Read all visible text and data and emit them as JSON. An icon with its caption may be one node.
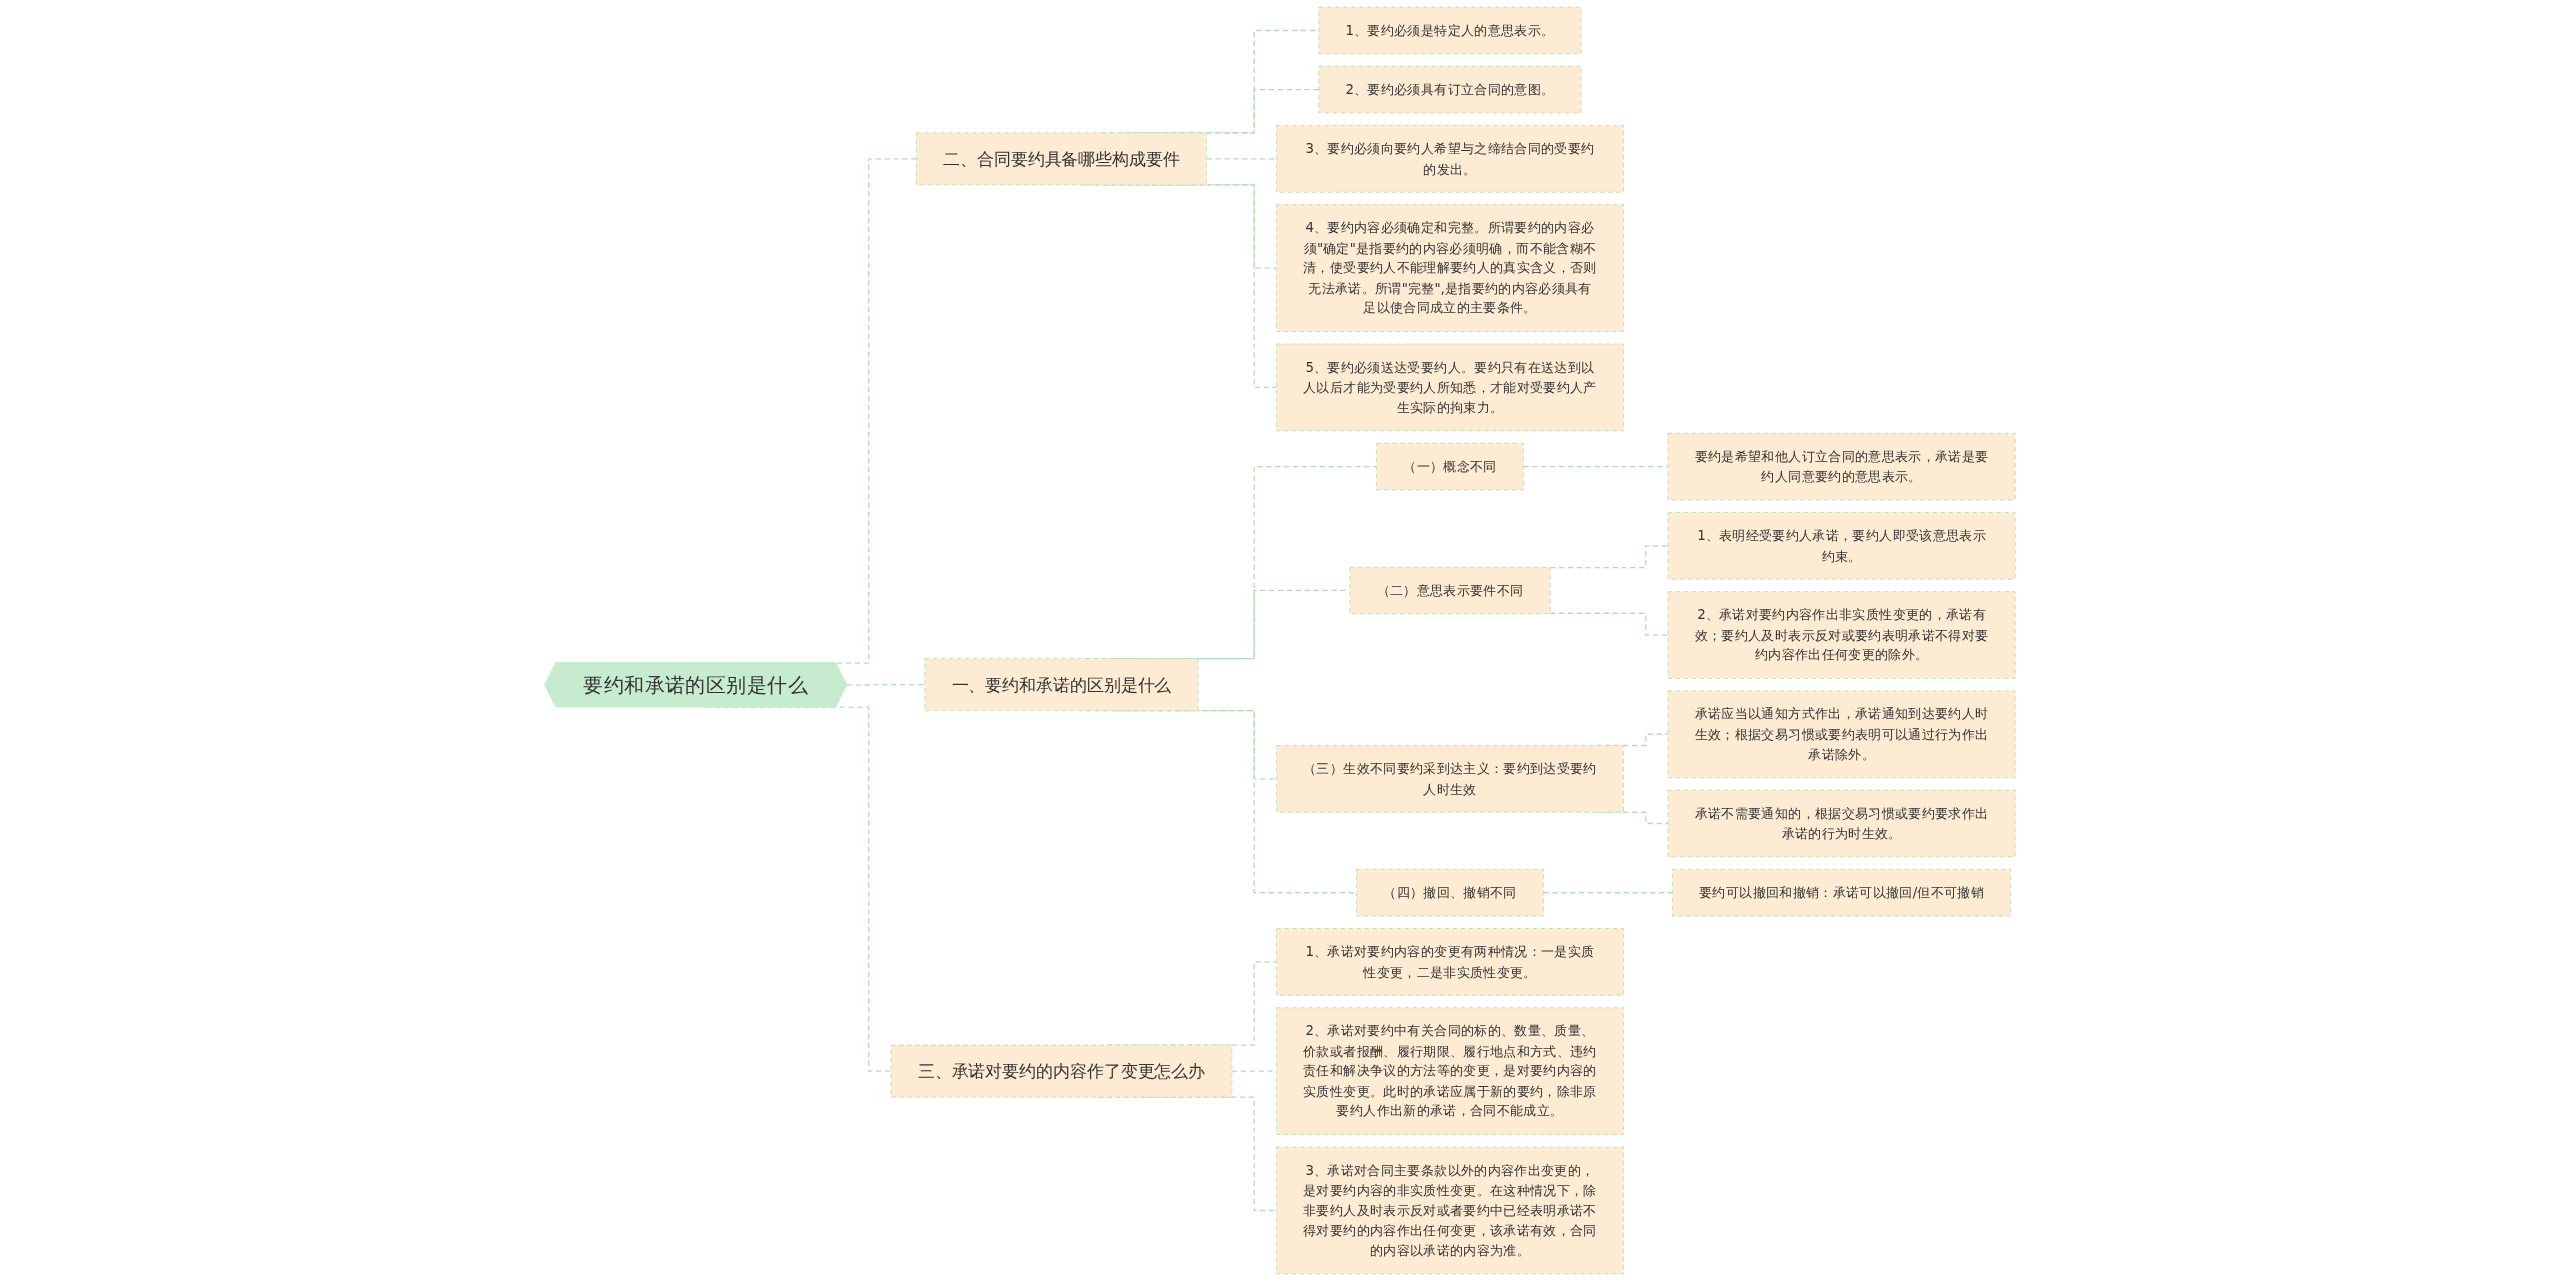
{
  "diagram": {
    "nodes": [
      {
        "text": [
          "要约和承诺的区别是什么"
        ]
      },
      {
        "text": [
          "二、合同要约具备哪些构成要件"
        ]
      },
      {
        "text": [
          "1、要约必须是特定人的意思表示。"
        ]
      },
      {
        "text": [
          "2、要约必须具有订立合同的意图。"
        ]
      },
      {
        "text": [
          "3、要约必须向要约人希望与之缔结合同的受要约的发出。"
        ]
      },
      {
        "text": [
          "4、要约内容必须确定和完整。所谓要约的内容必须\"确定\"是指要约的内容必须明确，而不能含糊不清，使受要约人不能理解要约人的真实含义，否则无法承诺。所谓\"完整\",是指要约的内容必须具有足以使合同成立的主要条件。"
        ]
      },
      {
        "text": [
          "5、要约必须送达受要约人。要约只有在送达到以人以后才能为受要约人所知悉，才能对受要约人产生实际的拘束力。"
        ]
      },
      {
        "text": [
          "一、要约和承诺的区别是什么"
        ]
      },
      {
        "text": [
          "（一）概念不同"
        ]
      },
      {
        "text": [
          "要约是希望和他人订立合同的意思表示，承诺是要约人同意要约的意思表示。"
        ]
      },
      {
        "text": [
          "（二）意思表示要件不同"
        ]
      },
      {
        "text": [
          "1、表明经受要约人承诺，要约人即受该意思表示约束。"
        ]
      },
      {
        "text": [
          "2、承诺对要约内容作出非实质性变更的，承诺有效；要约人及时表示反对或要约表明承诺不得对要约内容作出任何变更的除外。"
        ]
      },
      {
        "text": [
          "（三）生效不同要约采到达主义：要约到达受要约人时生效"
        ]
      },
      {
        "text": [
          "承诺应当以通知方式作出，承诺通知到达要约人时生效；根据交易习惯或要约表明可以通过行为作出承诺除外。"
        ]
      },
      {
        "text": [
          "承诺不需要通知的，根据交易习惯或要约要求作出承诺的行为时生效。"
        ]
      },
      {
        "text": [
          "（四）撤回、撤销不同"
        ]
      },
      {
        "text": [
          "要约可以撤回和撤销：承诺可以撤回/但不可撤销"
        ]
      },
      {
        "text": [
          "三、承诺对要约的内容作了变更怎么办"
        ]
      },
      {
        "text": [
          "1、承诺对要约内容的变更有两种情况：一是实质性变更，二是非实质性变更。"
        ]
      },
      {
        "text": [
          "2、承诺对要约中有关合同的标的、数量、质量、价款或者报酬、履行期限、履行地点和方式、违约责任和解决争议的方法等的变更，是对要约内容的实质性变更。此时的承诺应属于新的要约，除非原要约人作出新的承诺，合同不能成立。"
        ]
      },
      {
        "text": [
          "3、承诺对合同主要条款以外的内容作出变更的，是对要约内容的非实质性变更。在这种情况下，除非要约人及时表示反对或者要约中已经表明承诺不得对要约的内容作出任何变更，该承诺有效，合同的内容以承诺的内容为准。"
        ]
      }
    ],
    "edges": [
      {
        "from": 0,
        "to": 1,
        "arrow": "none"
      },
      {
        "from": 1,
        "to": 2,
        "arrow": "none"
      },
      {
        "from": 1,
        "to": 3,
        "arrow": "none"
      },
      {
        "from": 1,
        "to": 4,
        "arrow": "none"
      },
      {
        "from": 1,
        "to": 5,
        "arrow": "none"
      },
      {
        "from": 1,
        "to": 6,
        "arrow": "none"
      },
      {
        "from": 0,
        "to": 7,
        "arrow": "none"
      },
      {
        "from": 7,
        "to": 8,
        "arrow": "none"
      },
      {
        "from": 8,
        "to": 9,
        "arrow": "none"
      },
      {
        "from": 7,
        "to": 10,
        "arrow": "none"
      },
      {
        "from": 10,
        "to": 11,
        "arrow": "none"
      },
      {
        "from": 10,
        "to": 12,
        "arrow": "none"
      },
      {
        "from": 7,
        "to": 13,
        "arrow": "none"
      },
      {
        "from": 13,
        "to": 14,
        "arrow": "none"
      },
      {
        "from": 13,
        "to": 15,
        "arrow": "none"
      },
      {
        "from": 7,
        "to": 16,
        "arrow": "none"
      },
      {
        "from": 16,
        "to": 17,
        "arrow": "none"
      },
      {
        "from": 0,
        "to": 18,
        "arrow": "none"
      },
      {
        "from": 18,
        "to": 19,
        "arrow": "none"
      },
      {
        "from": 18,
        "to": 20,
        "arrow": "none"
      },
      {
        "from": 18,
        "to": 21,
        "arrow": "none"
      }
    ]
  }
}
